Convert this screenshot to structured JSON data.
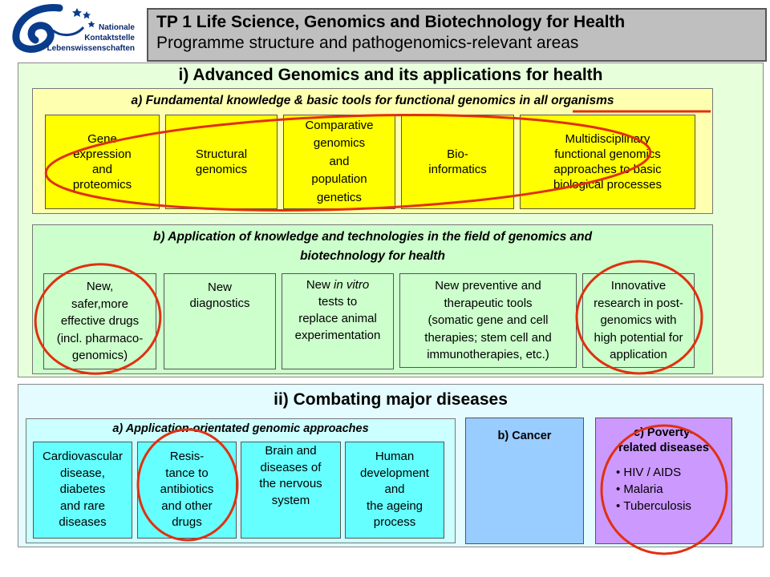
{
  "logo": {
    "lines": [
      "Nationale",
      "Kontaktstelle",
      "Lebenswissenschaften"
    ],
    "brand_color": "#0a3c8c"
  },
  "title": {
    "line1": "TP 1 Life Science, Genomics and Biotechnology for Health",
    "line2": "Programme structure and pathogenomics-relevant areas"
  },
  "section_i": {
    "title": "i) Advanced Genomics and its applications for health",
    "a": {
      "title": "a) Fundamental knowledge & basic tools for functional genomics in all organisms",
      "boxes": [
        [
          "Gene",
          "expression",
          "and",
          "proteomics"
        ],
        [
          "Structural",
          "genomics"
        ],
        [
          "Comparative",
          "genomics",
          "and",
          "population",
          "genetics"
        ],
        [
          "Bio-",
          "informatics"
        ],
        [
          "Multidisciplinary",
          "functional genomics",
          "approaches to basic",
          "biological processes"
        ]
      ]
    },
    "b": {
      "title_line1": "b) Application of knowledge and technologies in the field of genomics and",
      "title_line2": "biotechnology for health",
      "box1": [
        "New,",
        "safer,more",
        "effective drugs",
        "(incl. pharmaco-",
        "genomics)"
      ],
      "box2": [
        "New",
        "diagnostics"
      ],
      "box3_line1_prefix": "New ",
      "box3_line1_italic": "in vitro",
      "box3_rest": [
        "tests to",
        "replace animal",
        "experimentation"
      ],
      "box4": [
        "New preventive and",
        "therapeutic tools",
        "(somatic gene and cell",
        "therapies; stem cell and",
        "immunotherapies, etc.)"
      ],
      "box5": [
        "Innovative",
        "research in post-",
        "genomics with",
        "high potential for",
        "application"
      ]
    }
  },
  "section_ii": {
    "title": "ii) Combating major diseases",
    "a": {
      "title": "a) Application-orientated genomic approaches",
      "boxes": [
        [
          "Cardiovascular",
          "disease,",
          "diabetes",
          "and rare",
          "diseases"
        ],
        [
          "Resis-",
          "tance to",
          "antibiotics",
          "and other",
          "drugs"
        ],
        [
          "Brain and",
          "diseases of",
          "the nervous",
          "system"
        ],
        [
          "Human",
          "development",
          "and",
          "the ageing",
          "process"
        ]
      ]
    },
    "b": {
      "title": "b) Cancer"
    },
    "c": {
      "title_line1": "c) Poverty-",
      "title_line2": "related diseases",
      "items": [
        "HIV / AIDS",
        "Malaria",
        "Tuberculosis"
      ]
    }
  },
  "colors": {
    "highlight_red": "#e03010",
    "section_i_bg": "#e8ffdc",
    "section_ii_bg": "#e4fcff",
    "yellow": "#ffff00",
    "cyan": "#66ffff"
  }
}
